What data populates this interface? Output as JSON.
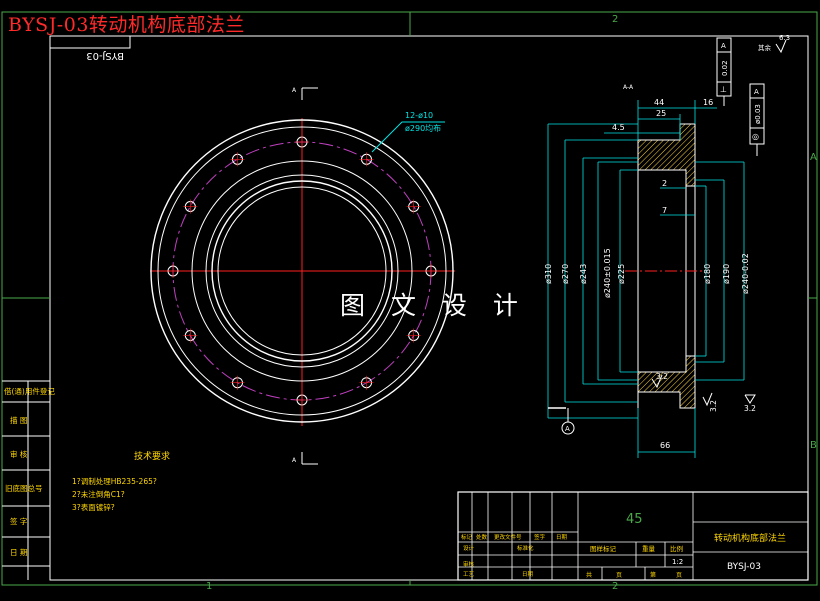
{
  "header": {
    "title_overlay": "BYSJ-03转动机构底部法兰",
    "mirrored_code": "BYSJ-03"
  },
  "watermark": "图 文 设 计",
  "grid_labels": {
    "top_col": "2",
    "bottom_col": "2",
    "bottom_left_col": "1",
    "row_a": "A",
    "row_b": "B"
  },
  "colors": {
    "background": "#000000",
    "outline": "#ffffff",
    "dimension": "#00e5e5",
    "centerline": "#ff2020",
    "bolt_circle": "#c040c0",
    "hatch": "#ffd23a",
    "frame": "#4aa84a",
    "text_yellow": "#ffd700"
  },
  "front_view": {
    "section_mark_top": "A",
    "section_mark_bottom": "A",
    "hole_note": "12-ø10",
    "bolt_circle_note": "ø290均布"
  },
  "section_view": {
    "section_label": "A-A",
    "dims": {
      "d44": "44",
      "d16": "16",
      "d25": "25",
      "d45": "4.5",
      "d2": "2",
      "d7": "7",
      "d66": "66",
      "dia310": "ø310",
      "dia270": "ø270",
      "dia243": "ø243",
      "dia240": "ø240±0.015",
      "dia225": "ø225",
      "dia180": "ø180",
      "dia190": "ø190",
      "dia240b": "ø240-0.02",
      "rough1": "3.2",
      "rough2": "3.2",
      "rough3": "3.2",
      "rough_other": "6.3",
      "rough_other_note": "其余"
    },
    "tolerance_frames": [
      {
        "symbol": "⊥",
        "value": "0.02",
        "datum": "A"
      },
      {
        "symbol": "◎",
        "value": "ø0.03",
        "datum": "A"
      }
    ],
    "datum": "A"
  },
  "notes": {
    "heading": "技术要求",
    "items": [
      "1?调制处理HB235-265?",
      "2?未注倒角C1?",
      "3?表面镀锌?"
    ]
  },
  "left_strip": [
    "借(通)用件登记",
    "描  图",
    "审  核",
    "旧底图总号",
    "签  字",
    "日  期"
  ],
  "title_block": {
    "material": "45",
    "part_name": "转动机构底部法兰",
    "drawing_no": "BYSJ-03",
    "scale_label": "比例",
    "scale_value": "1:2",
    "weight_label": "重量",
    "stage_label": "图样标记",
    "row_labels": [
      "标记",
      "处数",
      "更改文件号",
      "签字",
      "日期"
    ],
    "people": [
      "设计",
      "标准化",
      "审核",
      "工艺",
      "日期"
    ],
    "sheet": [
      "共",
      "页",
      "第",
      "页"
    ]
  }
}
